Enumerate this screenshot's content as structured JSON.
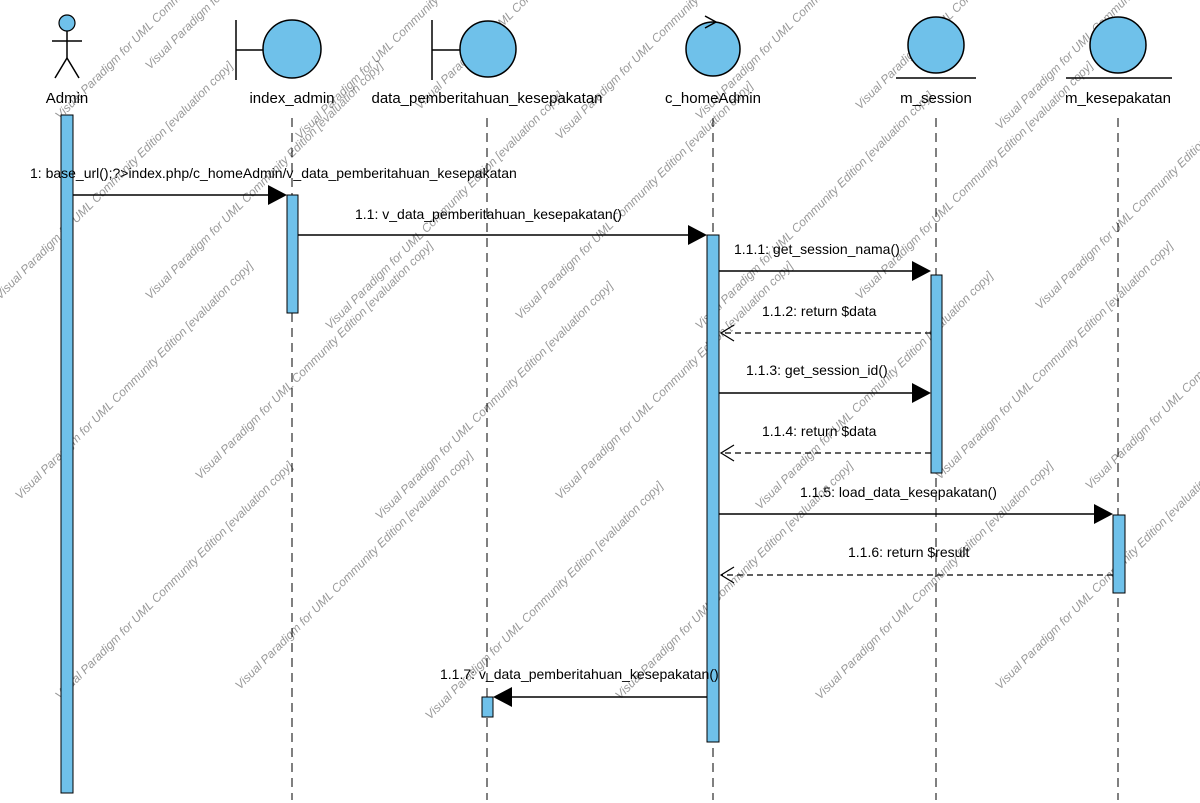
{
  "participants": {
    "admin": "Admin",
    "index_admin": "index_admin",
    "data_pemberitahuan": "data_pemberitahuan_kesepakatan",
    "c_homeadmin": "c_homeAdmin",
    "m_session": "m_session",
    "m_kesepakatan": "m_kesepakatan"
  },
  "messages": {
    "m1": "1: base_url();?>index.php/c_homeAdmin/v_data_pemberitahuan_kesepakatan",
    "m1_1": "1.1: v_data_pemberitahuan_kesepakatan()",
    "m1_1_1": "1.1.1: get_session_nama()",
    "m1_1_2": "1.1.2: return $data",
    "m1_1_3": "1.1.3: get_session_id()",
    "m1_1_4": "1.1.4: return $data",
    "m1_1_5": "1.1.5: load_data_kesepakatan()",
    "m1_1_6": "1.1.6: return $result",
    "m1_1_7": "1.1.7: v_data_pemberitahuan_kesepakatan()"
  },
  "watermark": "Visual Paradigm for UML Community Edition [evaluation copy]",
  "colors": {
    "fill": "#6fc1ea",
    "line": "#000000"
  }
}
